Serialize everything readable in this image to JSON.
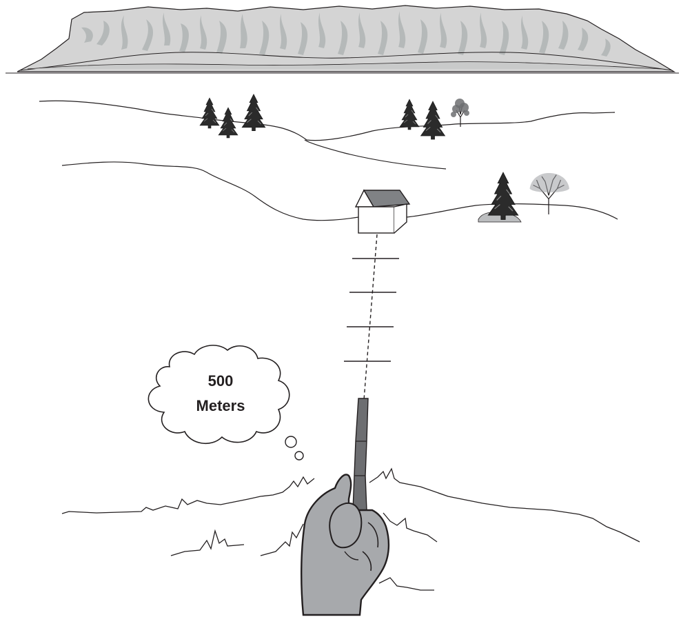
{
  "thought_bubble": {
    "distance_value": "500",
    "distance_unit": "Meters"
  },
  "colors": {
    "line": "#231f20",
    "mountain_fill": "#d4d4d4",
    "mountain_streak": "#b5b9b9",
    "hand_fill": "#a7a9ac",
    "rifle_fill": "#6d6e71",
    "tree_fill": "#2b2b2b",
    "house_roof": "#808285",
    "rock_fill": "#bcbec0"
  },
  "icons": {
    "hand": "hand-with-rifle-icon",
    "house": "house-icon",
    "tree": "pine-tree-icon"
  },
  "range_marks_count": 4
}
